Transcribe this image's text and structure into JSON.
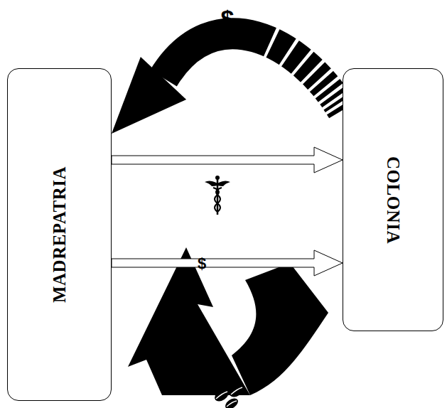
{
  "diagram": {
    "nodes": [
      {
        "text": [
          "MADREPATRIA"
        ]
      },
      {
        "text": [
          "COLONIA"
        ]
      }
    ],
    "edges": [
      {
        "from": 1,
        "to": 0,
        "arrow": "to",
        "label": "$"
      },
      {
        "from": 0,
        "to": 1,
        "arrow": "to"
      },
      {
        "from": 0,
        "to": 1,
        "arrow": "to",
        "label": "$"
      }
    ]
  }
}
